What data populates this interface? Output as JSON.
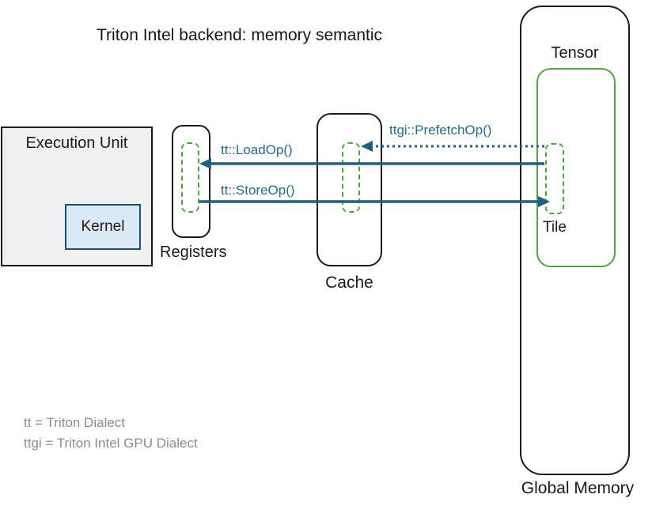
{
  "title": "Triton Intel backend: memory semantic",
  "colors": {
    "arrow_teal": "#1F5F7F",
    "label_teal": "#2A6A8A",
    "green": "#53A346",
    "execution_unit_fill": "#F0F0F0",
    "kernel_fill": "#DCE9F7",
    "kernel_border": "#1F4E79",
    "box_border": "#1a1a1a",
    "legend_gray": "#8C8C8C"
  },
  "nodes": {
    "execution_unit": {
      "label": "Execution Unit"
    },
    "kernel": {
      "label": "Kernel"
    },
    "registers": {
      "label": "Registers"
    },
    "cache": {
      "label": "Cache"
    },
    "global_memory": {
      "label": "Global Memory"
    },
    "tensor": {
      "label": "Tensor"
    },
    "tile": {
      "label": "Tile"
    }
  },
  "arrows": {
    "prefetch": {
      "label": "ttgi::PrefetchOp()",
      "style": "dotted",
      "from": "tile",
      "to": "cache"
    },
    "load": {
      "label": "tt::LoadOp()",
      "style": "solid",
      "from": "tile",
      "to": "registers"
    },
    "store": {
      "label": "tt::StoreOp()",
      "style": "solid",
      "from": "registers",
      "to": "tile"
    }
  },
  "legend": {
    "line1": "tt = Triton Dialect",
    "line2": "ttgi = Triton Intel GPU Dialect"
  }
}
